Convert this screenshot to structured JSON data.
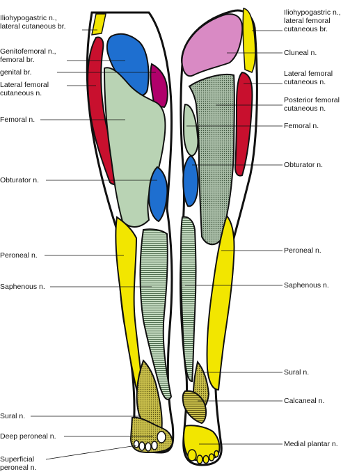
{
  "left_labels": [
    {
      "id": "iliohypogastric-lateral-cutaneous-br",
      "lines": [
        "Iliohypogastric n.,",
        "lateral cutaneous br."
      ]
    },
    {
      "id": "genitofemoral-femoral-br",
      "lines": [
        "Genitofemoral n.,",
        "femoral br."
      ]
    },
    {
      "id": "genital-br",
      "lines": [
        "genital br."
      ]
    },
    {
      "id": "lateral-femoral-cutaneous",
      "lines": [
        "Lateral femoral",
        "cutaneous n."
      ]
    },
    {
      "id": "femoral",
      "lines": [
        "Femoral n."
      ]
    },
    {
      "id": "obturator",
      "lines": [
        "Obturator n."
      ]
    },
    {
      "id": "peroneal",
      "lines": [
        "Peroneal n."
      ]
    },
    {
      "id": "saphenous",
      "lines": [
        "Saphenous n."
      ]
    },
    {
      "id": "sural",
      "lines": [
        "Sural n."
      ]
    },
    {
      "id": "deep-peroneal",
      "lines": [
        "Deep peroneal n."
      ]
    },
    {
      "id": "superficial-peroneal",
      "lines": [
        "Superficial",
        "peroneal n."
      ]
    }
  ],
  "right_labels": [
    {
      "id": "iliohypogastric-lateral-femoral-cutaneous-br",
      "lines": [
        "Iliohypogastric n.,",
        "lateral femoral",
        "cutaneous br."
      ]
    },
    {
      "id": "cluneal",
      "lines": [
        "Cluneal n."
      ]
    },
    {
      "id": "lateral-femoral-cutaneous",
      "lines": [
        "Lateral femoral",
        "cutaneous n."
      ]
    },
    {
      "id": "posterior-femoral-cutaneous",
      "lines": [
        "Posterior femoral",
        "cutaneous n."
      ]
    },
    {
      "id": "femoral",
      "lines": [
        "Femoral n."
      ]
    },
    {
      "id": "obturator",
      "lines": [
        "Obturator n."
      ]
    },
    {
      "id": "peroneal",
      "lines": [
        "Peroneal n."
      ]
    },
    {
      "id": "saphenous",
      "lines": [
        "Saphenous n."
      ]
    },
    {
      "id": "sural",
      "lines": [
        "Sural n."
      ]
    },
    {
      "id": "calcaneal",
      "lines": [
        "Calcaneal n."
      ]
    },
    {
      "id": "medial-plantar",
      "lines": [
        "Medial plantar n."
      ]
    }
  ],
  "colors": {
    "yellow": "#f2e600",
    "red": "#c8102e",
    "blue": "#1e6fd0",
    "magenta": "#b0006b",
    "pink": "#d98ac4",
    "green": "#b9d3b4",
    "hatch_green": "#8aa98a",
    "olive": "#b7ad3a",
    "outline": "#111111",
    "skin": "#ffffff"
  }
}
